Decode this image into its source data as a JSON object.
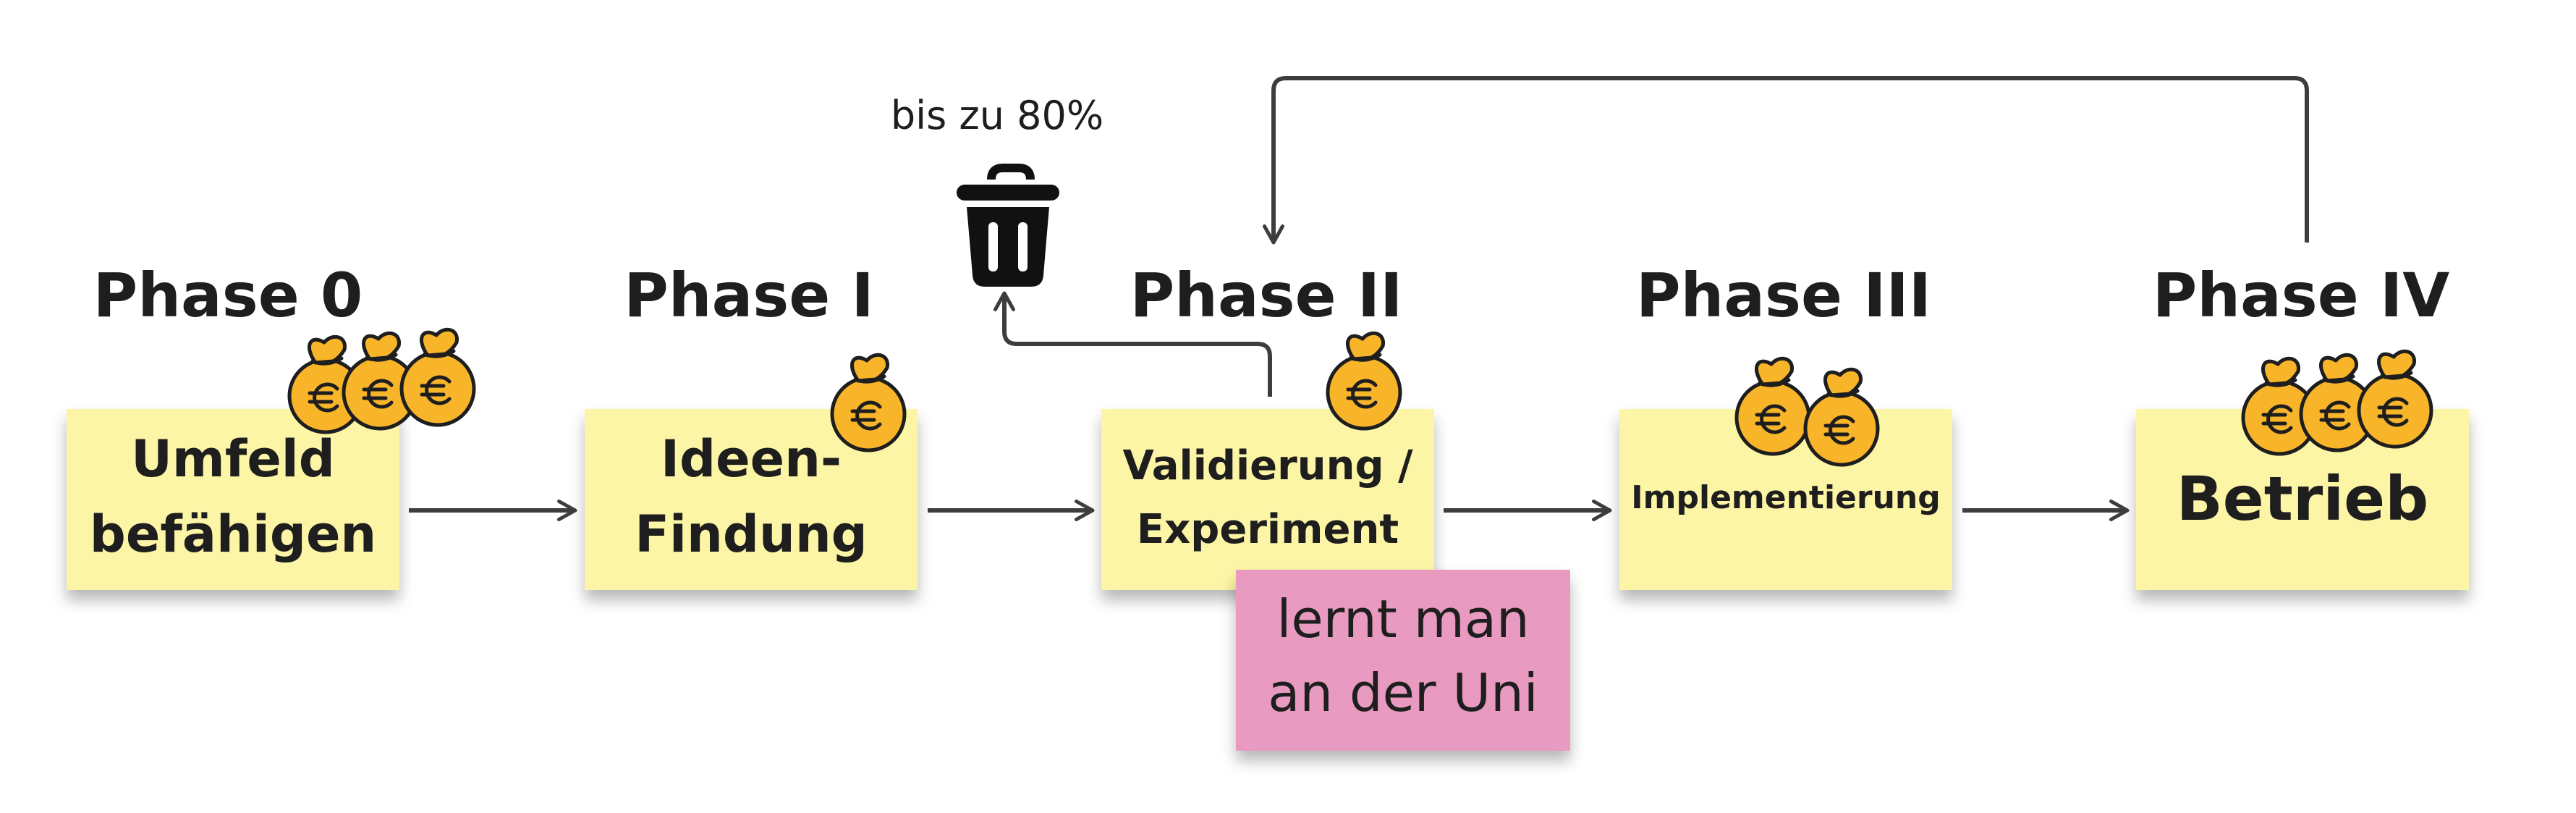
{
  "colors": {
    "sticky_yellow": "#fdf5a6",
    "sticky_pink": "#e89ac0",
    "money_bag": "#f9b52a",
    "arrow": "#3d3d3d",
    "text": "#1e1e1e"
  },
  "phases": [
    {
      "title": "Phase 0",
      "note": [
        "Umfeld",
        "befähigen"
      ],
      "money_bags": 3
    },
    {
      "title": "Phase I",
      "note": [
        "Ideen-",
        "Findung"
      ],
      "money_bags": 1
    },
    {
      "title": "Phase II",
      "note": [
        "Validierung /",
        "Experiment"
      ],
      "money_bags": 1
    },
    {
      "title": "Phase III",
      "note": [
        "Implementierung"
      ],
      "money_bags": 2
    },
    {
      "title": "Phase IV",
      "note": [
        "Betrieb"
      ],
      "money_bags": 3
    }
  ],
  "discard": {
    "label": "bis zu 80%",
    "icon": "trash-can-icon"
  },
  "side_note": [
    "lernt man",
    "an der Uni"
  ],
  "icons": {
    "money": "money-bag-euro-icon",
    "trash": "trash-can-icon"
  }
}
